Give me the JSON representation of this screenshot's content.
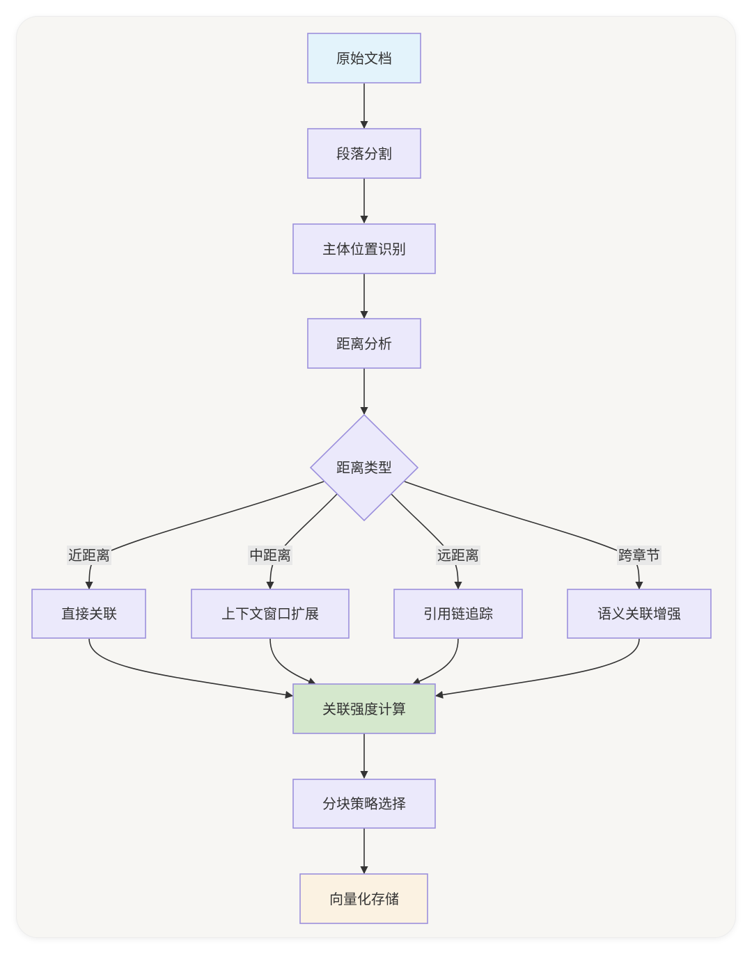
{
  "nodes": {
    "doc": {
      "label": "原始文档",
      "fill": "#e3f3fb"
    },
    "split": {
      "label": "段落分割",
      "fill": "#ebe9fb"
    },
    "subject": {
      "label": "主体位置识别",
      "fill": "#ebe9fb"
    },
    "distance": {
      "label": "距离分析",
      "fill": "#ebe9fb"
    },
    "type": {
      "label": "距离类型",
      "fill": "#ebe9fb"
    },
    "direct": {
      "label": "直接关联",
      "fill": "#ebe9fb"
    },
    "context": {
      "label": "上下文窗口扩展",
      "fill": "#ebe9fb"
    },
    "cite": {
      "label": "引用链追踪",
      "fill": "#ebe9fb"
    },
    "semantic": {
      "label": "语义关联增强",
      "fill": "#ebe9fb"
    },
    "strength": {
      "label": "关联强度计算",
      "fill": "#d5e8cd"
    },
    "strategy": {
      "label": "分块策略选择",
      "fill": "#ebe9fb"
    },
    "store": {
      "label": "向量化存储",
      "fill": "#fbf2e2"
    }
  },
  "edge_labels": {
    "near": "近距离",
    "mid": "中距离",
    "far": "远距离",
    "chapter": "跨章节"
  }
}
